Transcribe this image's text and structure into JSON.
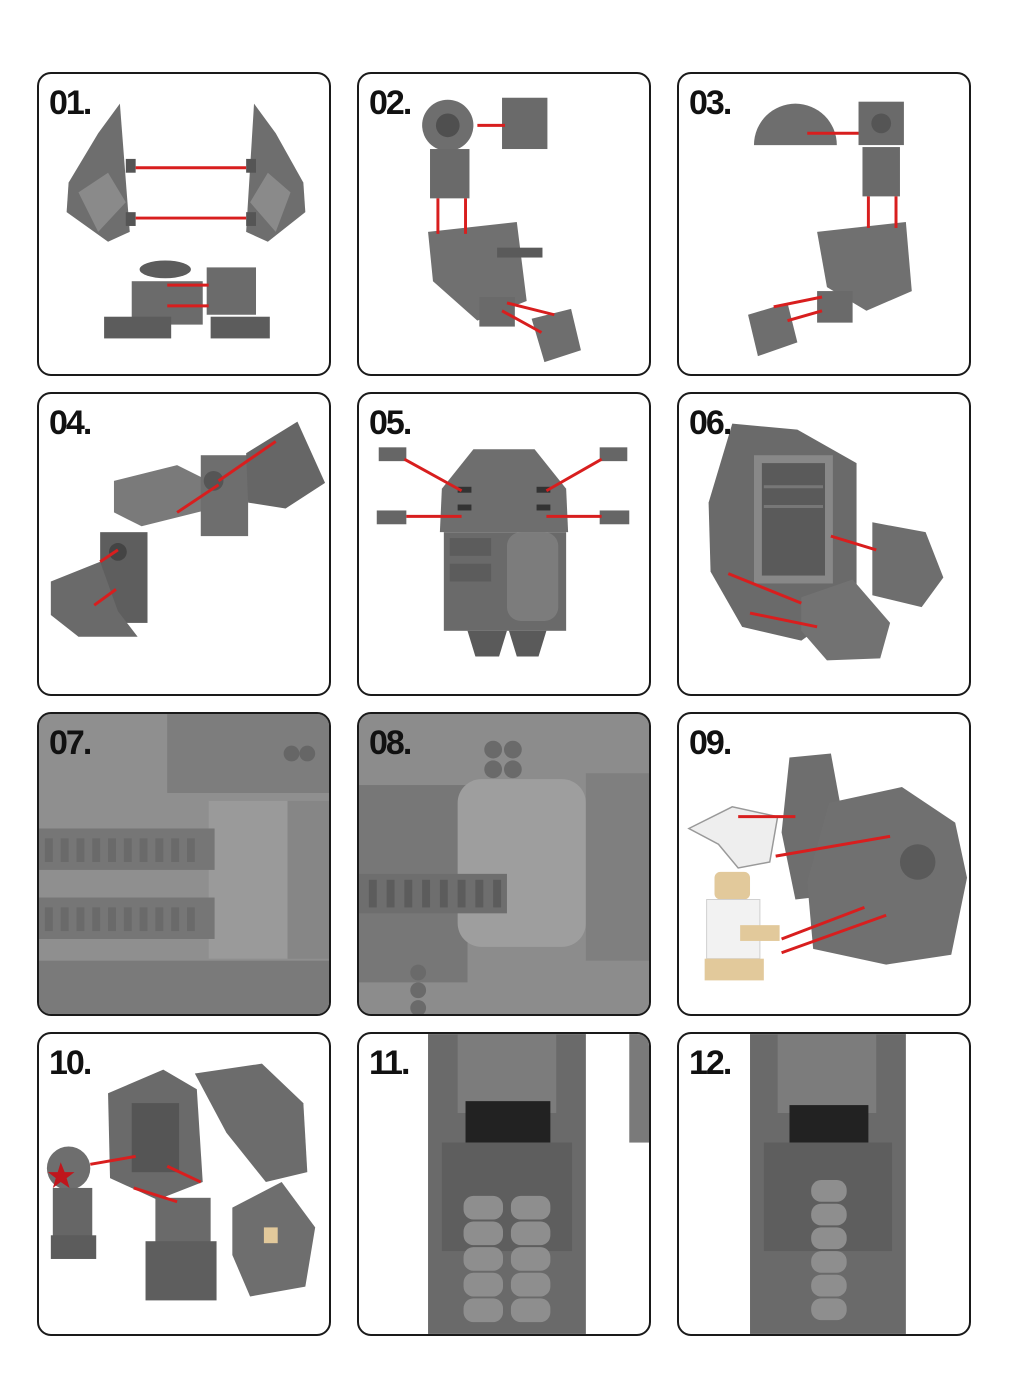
{
  "steps": [
    {
      "number": "01."
    },
    {
      "number": "02."
    },
    {
      "number": "03."
    },
    {
      "number": "04."
    },
    {
      "number": "05."
    },
    {
      "number": "06."
    },
    {
      "number": "07."
    },
    {
      "number": "08."
    },
    {
      "number": "09."
    },
    {
      "number": "10."
    },
    {
      "number": "11."
    },
    {
      "number": "12."
    }
  ],
  "colors": {
    "brick": "#707070",
    "brick_dark": "#4f4f4f",
    "brick_light": "#949494",
    "connector_line": "#d81e1e",
    "border": "#1a1a1a",
    "minifig_tan": "#e2c99b",
    "minifig_white": "#f2f2f2",
    "star": "#c0161c"
  },
  "icons": [
    "assembly-part-render",
    "connection-line"
  ]
}
